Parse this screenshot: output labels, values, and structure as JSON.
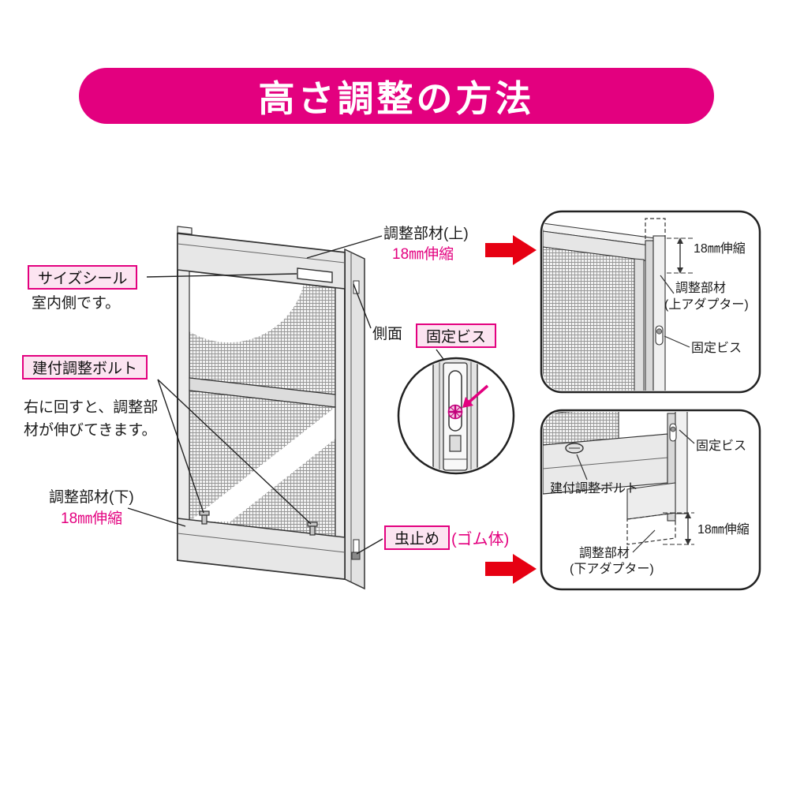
{
  "title": "高さ調整の方法",
  "colors": {
    "banner": "#E3007F",
    "accent": "#E3007F",
    "arrow_red": "#E60012",
    "label_box_bg": "#FCE4F1"
  },
  "main": {
    "size_seal": "サイズシール",
    "indoor_side": "室内側です。",
    "adjust_bolt": "建付調整ボルト",
    "bolt_note": "右に回すと、調整部材が伸びてきます。",
    "member_lower": "調整部材(下)",
    "member_lower_extend": "18㎜伸縮",
    "member_upper": "調整部材(上)",
    "member_upper_extend": "18㎜伸縮",
    "side_face": "側面",
    "fixing_screw": "固定ビス",
    "insect_stop": "虫止め",
    "rubber_body": "(ゴム体)"
  },
  "detail_top": {
    "extend": "18㎜伸縮",
    "member": "調整部材",
    "member_sub": "(上アダプター)",
    "fixing_screw": "固定ビス"
  },
  "detail_bottom": {
    "fixing_screw": "固定ビス",
    "adjust_bolt": "建付調整ボルト",
    "member": "調整部材",
    "member_sub": "(下アダプター)",
    "extend": "18㎜伸縮"
  }
}
